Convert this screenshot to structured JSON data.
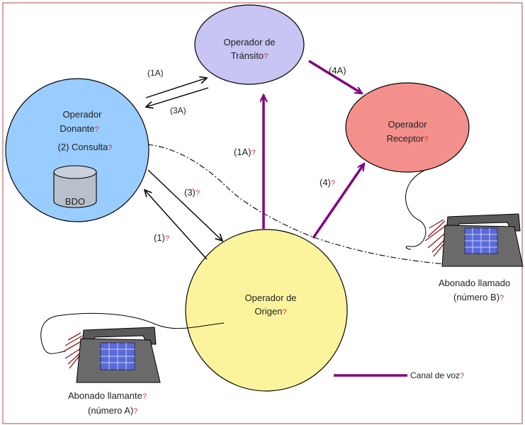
{
  "colors": {
    "frame": "#c48a88",
    "voice_channel": "#800080",
    "transit_fill": "#c8c4f4",
    "donor_fill": "#99ccff",
    "receiver_fill": "#f4908c",
    "origin_fill": "#fcf49c",
    "database_fill": "#b8c0cc",
    "phone_body": "#5a5a5a",
    "phone_keys": "#5b6ad8",
    "phone_cord": "#8b1a1a"
  },
  "nodes": {
    "transit": {
      "line1": "Operador de",
      "line2": "Tránsito"
    },
    "donor": {
      "line1": "Operador",
      "line2": "Donante",
      "query": "(2) Consulta",
      "db": "BDO"
    },
    "receiver": {
      "line1": "Operador",
      "line2": "Receptor"
    },
    "origin": {
      "line1": "Operador de",
      "line2": "Origen"
    }
  },
  "arrow_labels": {
    "a1a_left": "(1A)",
    "a3a": "(3A)",
    "a4a": "(4A)",
    "a1a_purple": "(1A)",
    "a4": "(4)",
    "a3": "(3)",
    "a1": "(1)"
  },
  "subscribers": {
    "called": {
      "line1": "Abonado llamado",
      "line2": "(número B)"
    },
    "calling": {
      "line1": "Abonado llamante",
      "line2": "(número A)"
    }
  },
  "legend": {
    "label": "Canal de voz"
  },
  "mark_glyph": "?"
}
